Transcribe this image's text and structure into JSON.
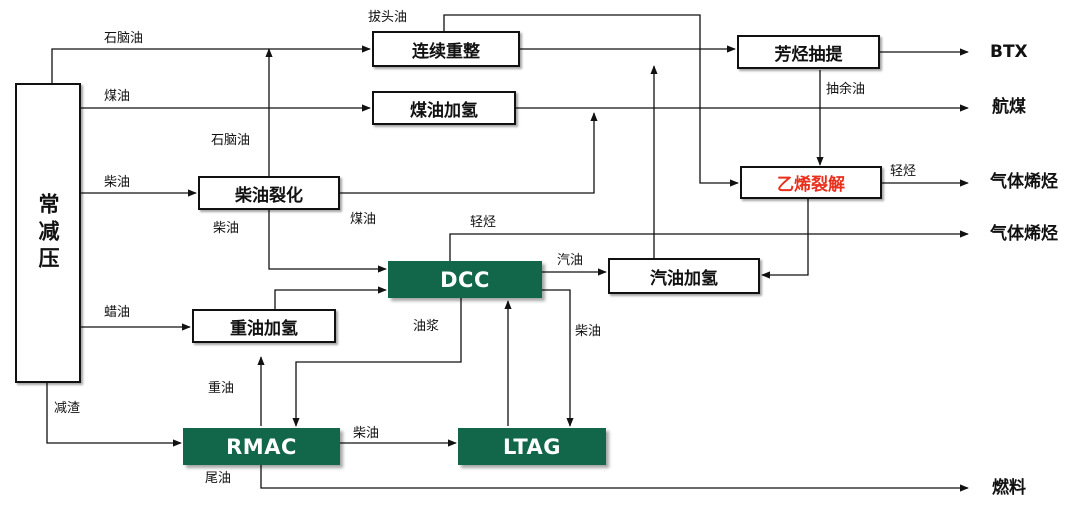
{
  "colors": {
    "green_box": "#12664a",
    "highlight_red": "#e8301c",
    "line": "#111111"
  },
  "units": {
    "atmvac": "常减压",
    "reform": "连续重整",
    "kero_hydro": "煤油加氢",
    "diesel_crack": "柴油裂化",
    "heavy_hydro": "重油加氢",
    "arom": "芳烃抽提",
    "ethylene": "乙烯裂解",
    "gas_hydro": "汽油加氢",
    "dcc": "DCC",
    "rmac": "RMAC",
    "ltag": "LTAG"
  },
  "stream_labels": {
    "naphtha_top": "石脑油",
    "kerosene": "煤油",
    "diesel_left": "柴油",
    "wax_oil": "蜡油",
    "vac_residue": "减渣",
    "light_ends": "拔头油",
    "naphtha_crack": "石脑油",
    "diesel_crack_out": "柴油",
    "kero_crack_out": "煤油",
    "light_hc_dcc": "轻烃",
    "gasoline_dcc": "汽油",
    "slurry": "油浆",
    "diesel_dcc": "柴油",
    "heavy_oil": "重油",
    "diesel_rmac": "柴油",
    "tail_oil": "尾油",
    "raffinate": "抽余油",
    "light_hc_eth": "轻烃"
  },
  "outputs": {
    "btx": "BTX",
    "jet": "航煤",
    "gas1": "气体烯烃",
    "gas2": "气体烯烃",
    "fuel": "燃料"
  }
}
